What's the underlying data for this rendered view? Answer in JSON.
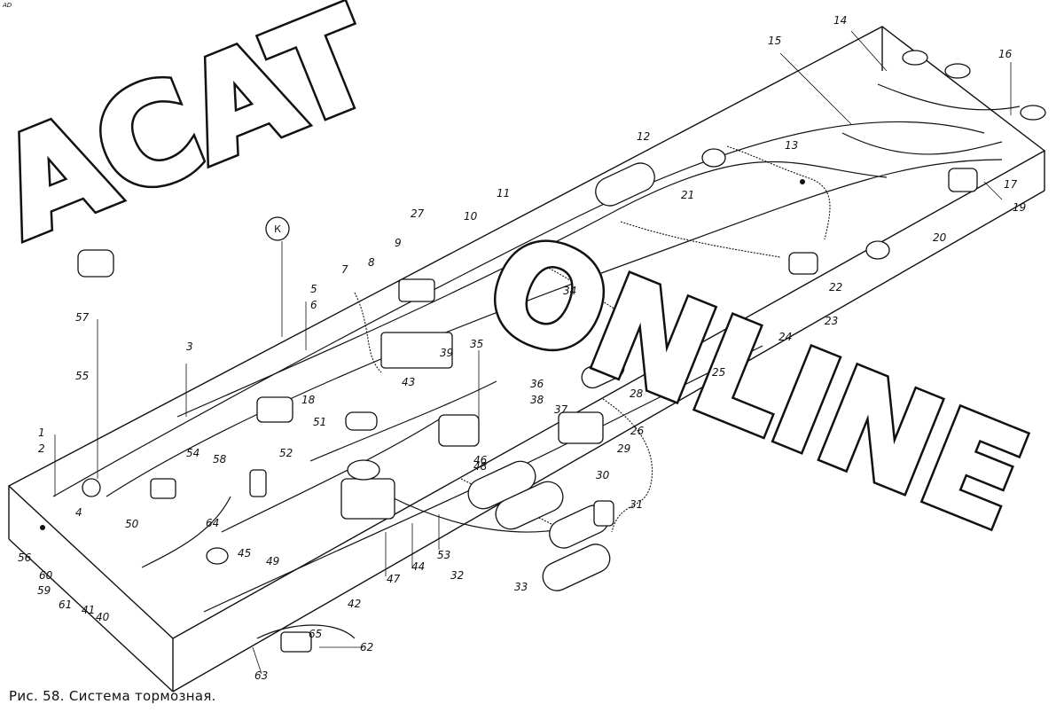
{
  "caption": "Рис. 58. Система тормозная.",
  "corner_mark": "AD",
  "watermark": {
    "left": "ACAT",
    "right": "ONLINE"
  },
  "k_label": "К",
  "callouts": [
    "1",
    "2",
    "3",
    "4",
    "5",
    "6",
    "7",
    "8",
    "9",
    "10",
    "11",
    "12",
    "13",
    "14",
    "15",
    "16",
    "17",
    "18",
    "19",
    "20",
    "21",
    "22",
    "23",
    "24",
    "25",
    "26",
    "27",
    "28",
    "29",
    "30",
    "31",
    "32",
    "33",
    "34",
    "35",
    "36",
    "37",
    "38",
    "39",
    "40",
    "41",
    "42",
    "43",
    "44",
    "45",
    "46",
    "47",
    "48",
    "49",
    "50",
    "51",
    "52",
    "53",
    "54",
    "55",
    "56",
    "57",
    "58",
    "59",
    "60",
    "61",
    "62",
    "63",
    "64",
    "65"
  ]
}
